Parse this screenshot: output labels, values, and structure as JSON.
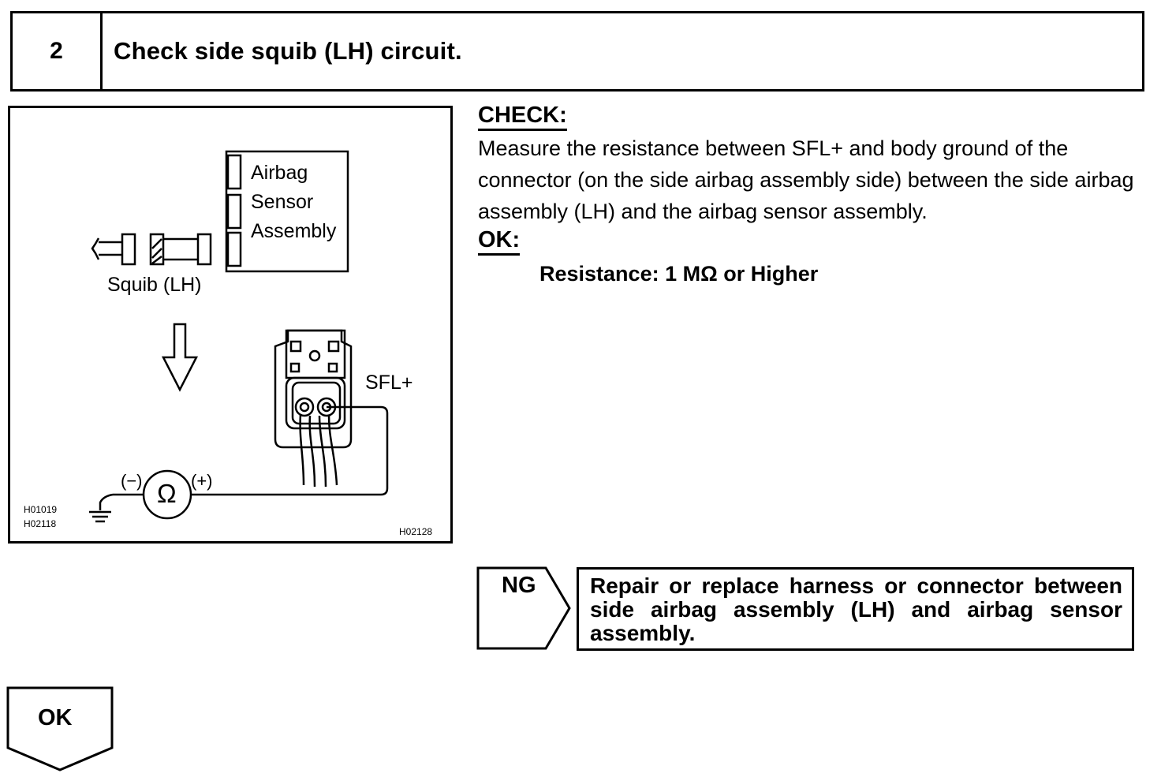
{
  "header": {
    "step_number": "2",
    "title": "Check side squib (LH) circuit."
  },
  "figure": {
    "label_airbag": "Airbag",
    "label_sensor": "Sensor",
    "label_assembly": "Assembly",
    "label_squib": "Squib (LH)",
    "label_sfl": "SFL+",
    "label_minus": "(−)",
    "label_plus": "(+)",
    "ohm_symbol": "Ω",
    "code_1": "H01019",
    "code_2": "H02118",
    "code_3": "H02128"
  },
  "check": {
    "heading": "CHECK:",
    "text": "Measure the resistance between SFL+ and body ground of the connector (on the side airbag assembly side) between the side airbag assembly (LH) and the airbag sensor assembly.",
    "ok_heading": "OK:",
    "ok_spec": "Resistance: 1 MΩ or Higher"
  },
  "ng": {
    "label": "NG",
    "action": "Repair or replace harness or connector between side airbag assembly (LH) and airbag sensor assembly."
  },
  "ok": {
    "label": "OK"
  }
}
